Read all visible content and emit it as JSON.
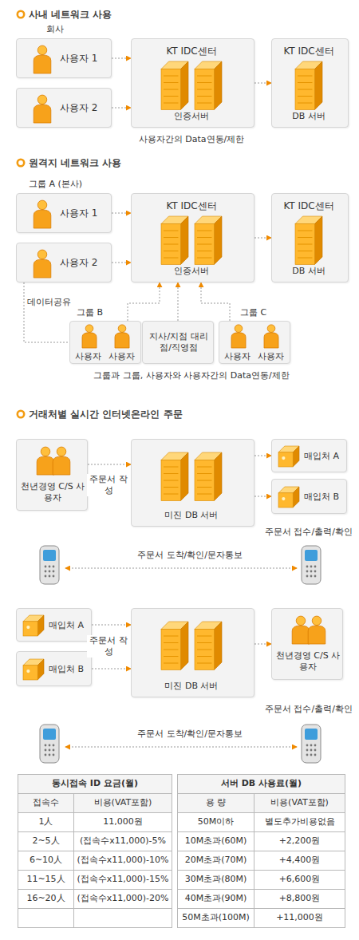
{
  "diagram": {
    "nodes": [
      {
        "text": [
          "사용자 1"
        ]
      },
      {
        "text": [
          "사용자 2"
        ]
      },
      {
        "text": [
          "KT IDC센터",
          "인증서버"
        ]
      },
      {
        "text": [
          "KT IDC센터",
          "DB 서버"
        ]
      },
      {
        "text": [
          "사용자 1"
        ]
      },
      {
        "text": [
          "사용자 2"
        ]
      },
      {
        "text": [
          "KT IDC센터",
          "인증서버"
        ]
      },
      {
        "text": [
          "KT IDC센터",
          "DB 서버"
        ]
      },
      {
        "text": [
          "그룹 B",
          "사용자",
          "사용자"
        ]
      },
      {
        "text": [
          "지사/지점 대리점/직영점"
        ]
      },
      {
        "text": [
          "그룹 C",
          "사용자",
          "사용자"
        ]
      },
      {
        "text": [
          "천년경영 C/S 사용자"
        ]
      },
      {
        "text": [
          "미진 DB 서버"
        ]
      },
      {
        "text": [
          "매입처 A"
        ]
      },
      {
        "text": [
          "매입처 B"
        ]
      },
      {
        "text": [
          "매입처 A"
        ]
      },
      {
        "text": [
          "매입처 B"
        ]
      },
      {
        "text": [
          "미진 DB 서버"
        ]
      },
      {
        "text": [
          "천년경영 C/S 사용자"
        ]
      }
    ],
    "edges": [
      {
        "from": 0,
        "to": 2,
        "arrow": "to"
      },
      {
        "from": 1,
        "to": 2,
        "arrow": "to"
      },
      {
        "from": 2,
        "to": 3,
        "arrow": "to"
      },
      {
        "from": 4,
        "to": 6,
        "arrow": "to"
      },
      {
        "from": 5,
        "to": 6,
        "arrow": "to"
      },
      {
        "from": 6,
        "to": 7,
        "arrow": "to"
      },
      {
        "from": 8,
        "to": 6,
        "arrow": "to"
      },
      {
        "from": 9,
        "to": 6,
        "arrow": "to"
      },
      {
        "from": 10,
        "to": 6,
        "arrow": "to"
      },
      {
        "from": 5,
        "to": 8,
        "label": "데이터공유",
        "arrow": "none"
      },
      {
        "from": 11,
        "to": 12,
        "label": "주문서 작성",
        "arrow": "to"
      },
      {
        "from": 12,
        "to": 13,
        "arrow": "to"
      },
      {
        "from": 12,
        "to": 14,
        "arrow": "to"
      },
      {
        "from": 15,
        "to": 17,
        "label": "주문서 작성",
        "arrow": "to"
      },
      {
        "from": 16,
        "to": 17,
        "arrow": "to"
      },
      {
        "from": 17,
        "to": 18,
        "arrow": "to"
      }
    ],
    "labels": [
      "사내 네트워크 사용",
      "회사",
      "사용자간의 Data연동/제한",
      "원격지 네트워크 사용",
      "그룹 A (본사)",
      "그룹과 그룹, 사용자와 사용자간의 Data연동/제한",
      "거래처별 실시간 인터넷온라인 주문",
      "주문서 접수/출력/확인",
      "주문서 도착/확인/문자통보",
      "주문서 접수/출력/확인",
      "주문서 도착/확인/문자통보",
      "동시접속 ID 요금(월)",
      "접속수",
      "비용(VAT포함)",
      "1人",
      "11,000원",
      "2~5人",
      "(접속수x11,000)-5%",
      "6~10人",
      "(접속수x11,000)-10%",
      "11~15人",
      "(접속수x11,000)-15%",
      "16~20人",
      "(접속수x11,000)-20%",
      "서버 DB 사용료(월)",
      "용 량",
      "비용(VAT포함)",
      "50M이하",
      "별도추가비용없음",
      "10M초과(60M)",
      "+2,200원",
      "20M초과(70M)",
      "+4,400원",
      "30M초과(80M)",
      "+6,600원",
      "40M초과(90M)",
      "+8,800원",
      "50M초과(100M)",
      "+11,000원"
    ]
  }
}
